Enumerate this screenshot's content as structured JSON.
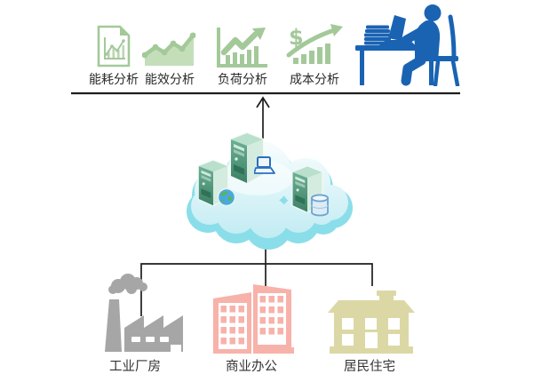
{
  "analysis_modules": [
    {
      "label": "能耗分析",
      "icon": "document-chart-icon"
    },
    {
      "label": "能效分析",
      "icon": "area-chart-icon"
    },
    {
      "label": "负荷分析",
      "icon": "bar-chart-arrow-icon"
    },
    {
      "label": "成本分析",
      "icon": "dollar-growth-icon",
      "symbol": "$"
    }
  ],
  "operator": {
    "icon": "analyst-at-desk-icon"
  },
  "cloud_platform": {
    "icon": "cloud-icon",
    "servers": [
      {
        "icon": "server-tower-icon",
        "badge": "workstation-icon"
      },
      {
        "icon": "server-tower-icon",
        "badge": "globe-icon"
      },
      {
        "icon": "server-tower-icon",
        "badge": "database-icon"
      }
    ]
  },
  "sources": [
    {
      "label": "工业厂房",
      "icon": "factory-icon",
      "color": "#a6a6a6"
    },
    {
      "label": "商业办公",
      "icon": "office-buildings-icon",
      "color": "#f7b2aa"
    },
    {
      "label": "居民住宅",
      "icon": "house-icon",
      "color": "#dcd8a5"
    }
  ],
  "colors": {
    "module_green": "#a3c999",
    "module_green_fill": "#c5deba",
    "person_blue": "#1a63b3",
    "cloud_fill": "#c2ecf3",
    "cloud_rim": "#8adee9",
    "server_front": "#3c8166",
    "server_side": "#d4ecdf",
    "connector": "#1d1d1d"
  }
}
